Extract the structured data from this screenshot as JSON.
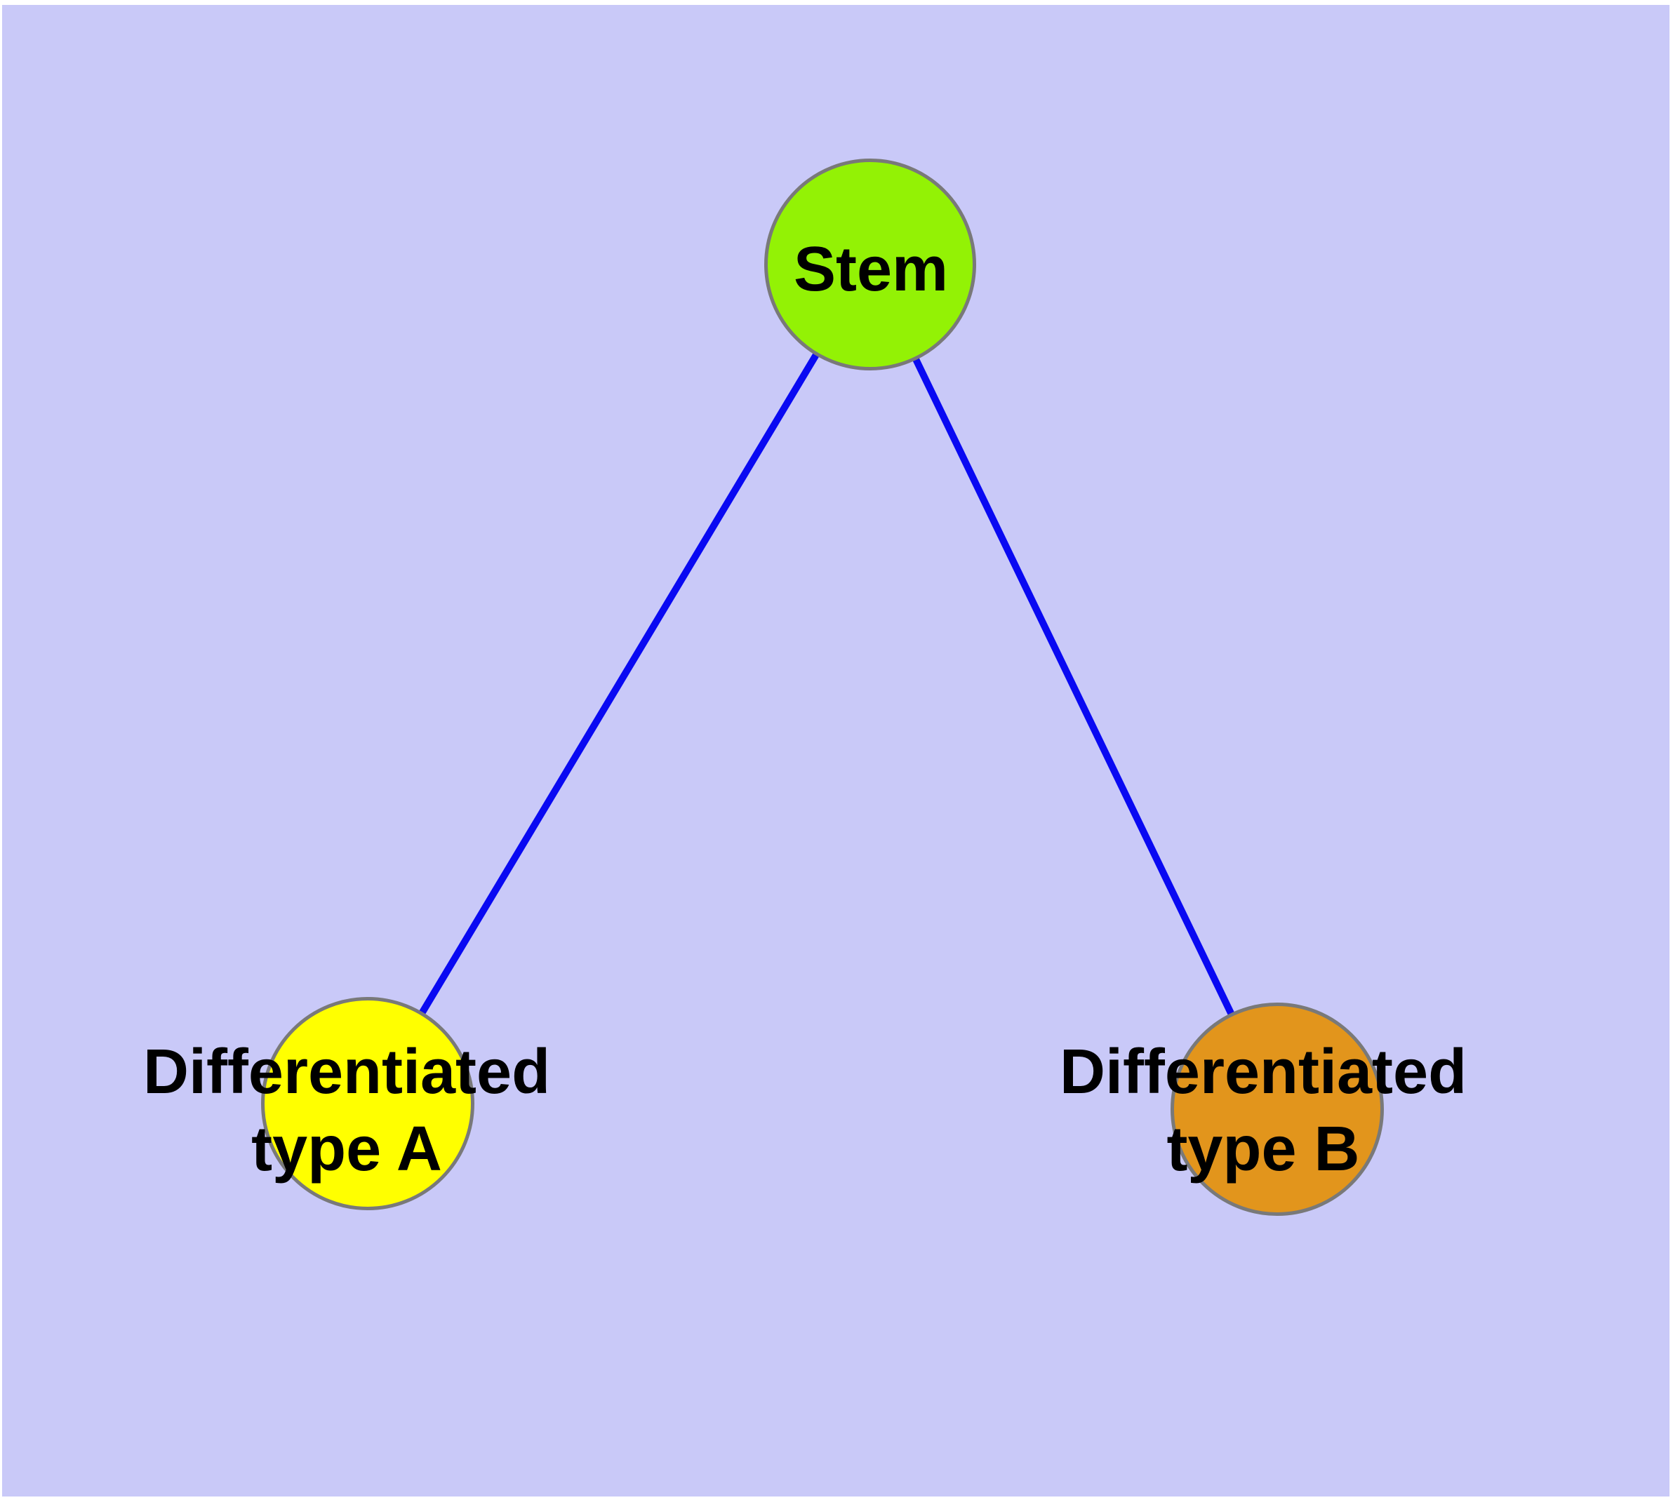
{
  "diagram": {
    "type": "node-link-graph",
    "background_color": "#c9c9f8",
    "page_color": "#ffffff",
    "edge_color": "#0909f2",
    "node_border_color": "#797979",
    "label_color": "#000000",
    "nodes": [
      {
        "id": "stem",
        "label": "Stem",
        "label_lines": [
          "Stem"
        ],
        "color": "#93f205"
      },
      {
        "id": "typeA",
        "label": "Differentiated type A",
        "label_lines": [
          "Differentiated",
          "type A"
        ],
        "color": "#ffff00"
      },
      {
        "id": "typeB",
        "label": "Differentiated type B",
        "label_lines": [
          "Differentiated",
          "type B"
        ],
        "color": "#e2951c"
      }
    ],
    "edges": [
      {
        "from": "Stem",
        "to": "Differentiated type A"
      },
      {
        "from": "Stem",
        "to": "Differentiated type B"
      }
    ]
  }
}
